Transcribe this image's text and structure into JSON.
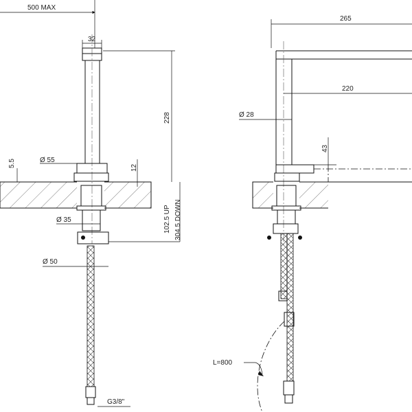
{
  "dimensions": {
    "max_reach": "500 MAX",
    "spout_width": "32",
    "body_height": "228",
    "deck_offset": "5.5",
    "body_diameter": "Ø 55",
    "base_thickness": "12",
    "stem_diameter": "Ø 35",
    "adjust_up": "102.5 UP",
    "adjust_down": "304.5 DOWN",
    "nut_diameter": "Ø 50",
    "thread_size": "G3/8\"",
    "overall_length": "265",
    "spout_reach": "220",
    "handle_diameter": "Ø 28",
    "handle_height": "43",
    "hose_length": "L=800"
  }
}
